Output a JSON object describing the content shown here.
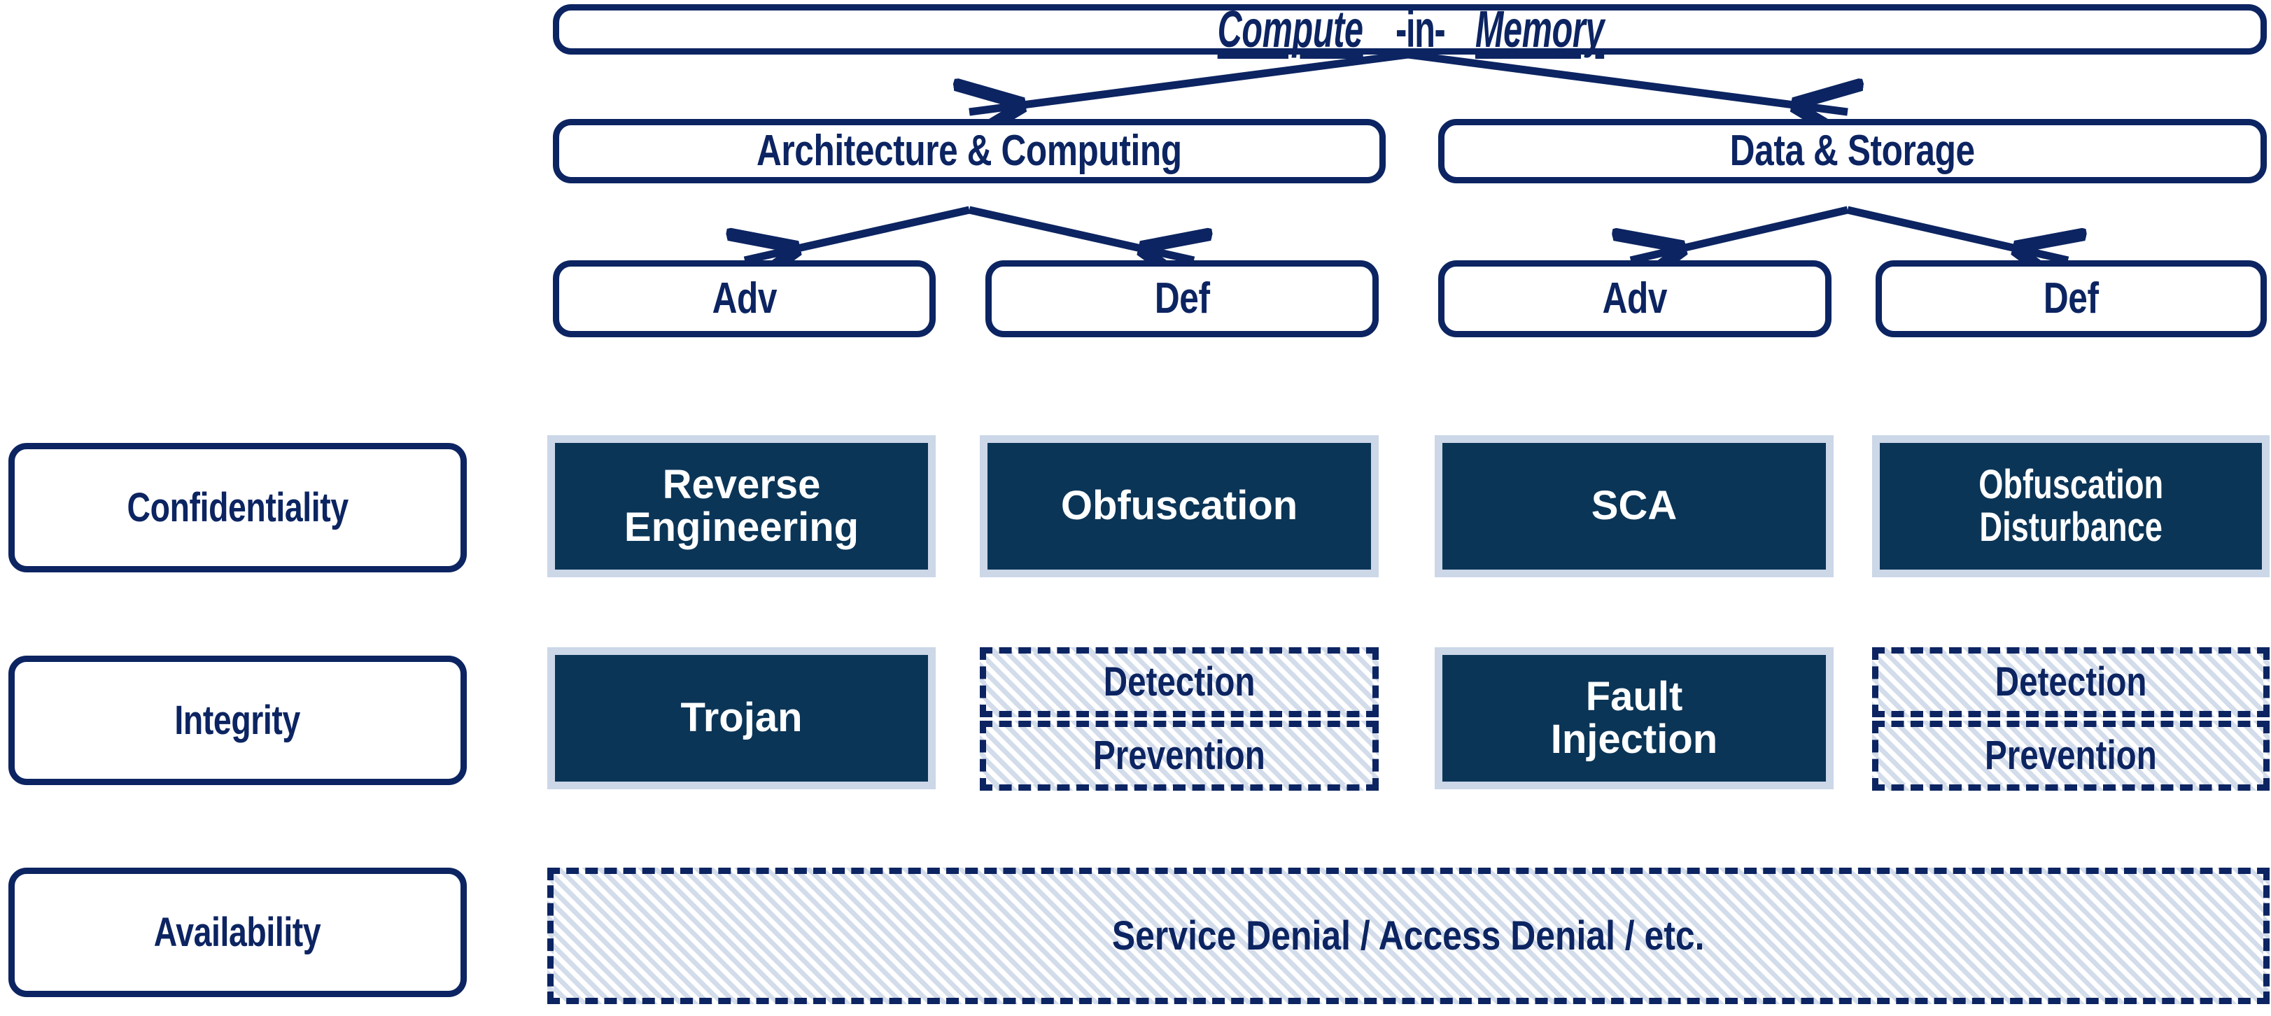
{
  "diagram": {
    "title_parts": {
      "lead": "Compute ",
      "middle": "-in-",
      "trail": " Memory"
    },
    "title_full": "Compute -in- Memory",
    "level2": [
      {
        "label": "Architecture & Computing"
      },
      {
        "label": "Data & Storage"
      }
    ],
    "level3": [
      {
        "label": "Adv"
      },
      {
        "label": "Def"
      },
      {
        "label": "Adv"
      },
      {
        "label": "Def"
      }
    ],
    "row_labels": [
      {
        "label": "Confidentiality"
      },
      {
        "label": "Integrity"
      },
      {
        "label": "Availability"
      }
    ],
    "matrix": {
      "confidentiality": [
        {
          "text": "Reverse\nEngineering",
          "style": "solid"
        },
        {
          "text": "Obfuscation",
          "style": "solid"
        },
        {
          "text": "SCA",
          "style": "solid"
        },
        {
          "text": "Obfuscation\nDisturbance",
          "style": "solid"
        }
      ],
      "integrity": [
        {
          "text": "Trojan",
          "style": "solid"
        },
        {
          "text": "Detection",
          "style": "dashed"
        },
        {
          "text": "Prevention",
          "style": "dashed"
        },
        {
          "text": "Fault\nInjection",
          "style": "solid"
        },
        {
          "text": "Detection",
          "style": "dashed"
        },
        {
          "text": "Prevention",
          "style": "dashed"
        }
      ],
      "availability": [
        {
          "text": "Service Denial / Access Denial / etc.",
          "style": "dashed"
        }
      ]
    },
    "colors": {
      "outline_navy": "#0c2461",
      "fill_dark_navy": "#0b3557",
      "cell_border_light": "#ccd7e8",
      "hatch_light": "#d3dcea",
      "text_on_dark": "#ffffff",
      "background": "#ffffff"
    }
  }
}
